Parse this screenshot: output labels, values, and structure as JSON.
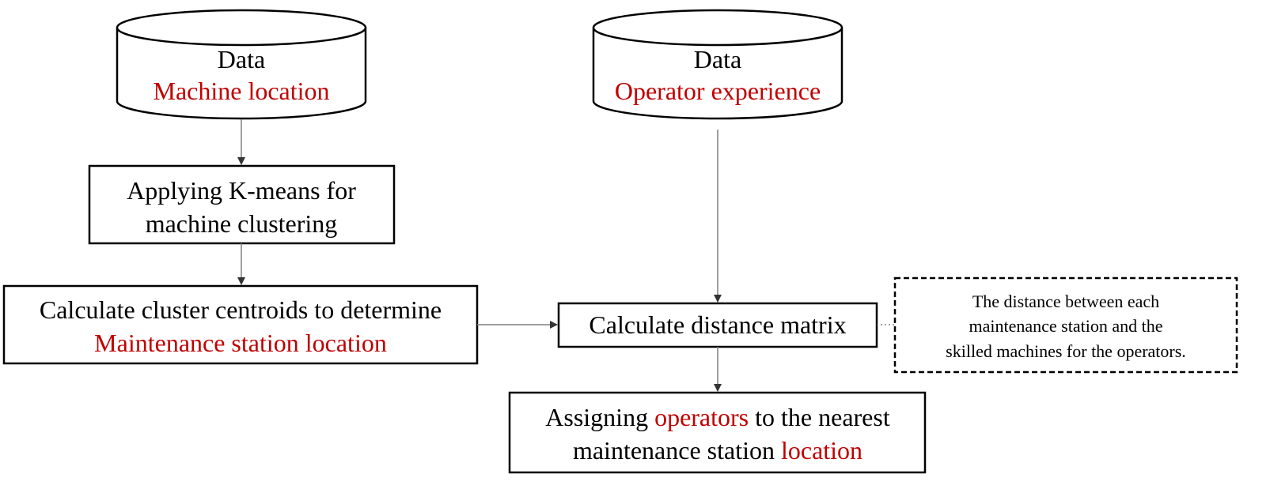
{
  "colors": {
    "text": "#000000",
    "highlight": "#C00000",
    "stroke": "#000000",
    "connector": "#7F7F7F",
    "background": "#FFFFFF"
  },
  "nodes": {
    "db_machine": {
      "line1": "Data",
      "line2": "Machine location"
    },
    "db_operator": {
      "line1": "Data",
      "line2": "Operator experience"
    },
    "kmeans": {
      "line1": "Applying K-means for",
      "line2": "machine clustering"
    },
    "centroids": {
      "line1": "Calculate cluster centroids to determine",
      "line2": "Maintenance station location"
    },
    "distance": {
      "label": "Calculate distance matrix"
    },
    "assign": {
      "line1_before": "Assigning ",
      "line1_highlight": "operators",
      "line1_after": " to the nearest",
      "line2_before": "maintenance station ",
      "line2_highlight": "location"
    },
    "note": {
      "line1": "The distance between each",
      "line2": "maintenance station and the",
      "line3": "skilled machines for the operators."
    }
  }
}
